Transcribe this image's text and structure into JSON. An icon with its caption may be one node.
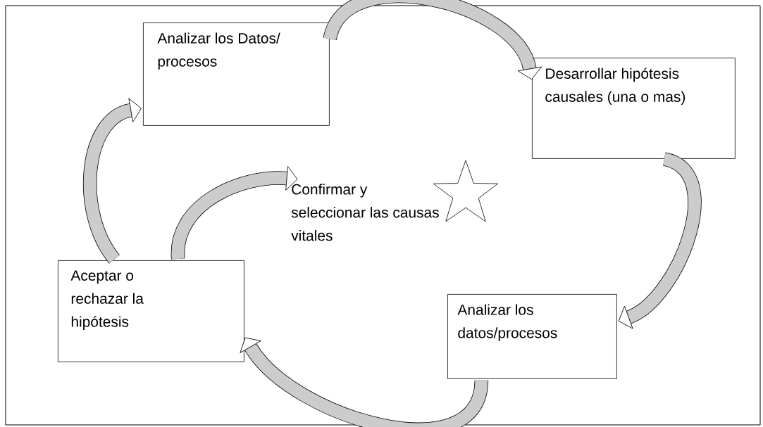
{
  "diagram": {
    "nodes": [
      {
        "text": [
          "Analizar los Datos/ procesos"
        ]
      },
      {
        "text": [
          "Desarrollar hipótesis causales (una o mas)"
        ]
      },
      {
        "text": [
          "Analizar los datos/procesos"
        ]
      },
      {
        "text": [
          "Aceptar o rechazar la hipótesis"
        ]
      },
      {
        "text": [
          "Confirmar y seleccionar las causas vitales"
        ]
      }
    ],
    "edges": [
      {
        "from": 0,
        "to": 1,
        "arrow": "to"
      },
      {
        "from": 1,
        "to": 2,
        "arrow": "to"
      },
      {
        "from": 2,
        "to": 3,
        "arrow": "to"
      },
      {
        "from": 3,
        "to": 0,
        "arrow": "to"
      },
      {
        "from": 3,
        "to": 4,
        "arrow": "to"
      }
    ]
  }
}
